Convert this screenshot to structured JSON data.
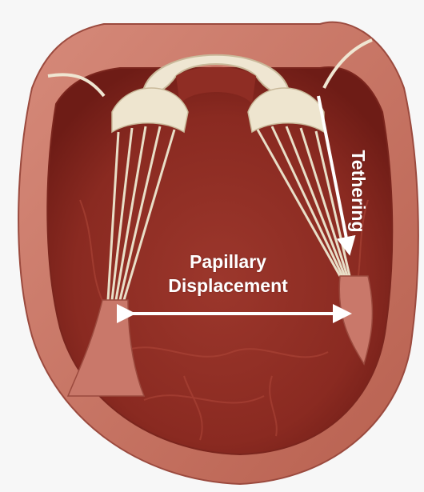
{
  "labels": {
    "papillary_line1": "Papillary",
    "papillary_line2": "Displacement",
    "tethering": "Tethering"
  },
  "colors": {
    "background": "#f7f7f7",
    "wall": "#c9786a",
    "wall_inner": "#a84a3c",
    "cavity": "#8f2d24",
    "cavity_dark": "#6e1c16",
    "chordae": "#e9dfc8",
    "arrow": "#ffffff"
  }
}
